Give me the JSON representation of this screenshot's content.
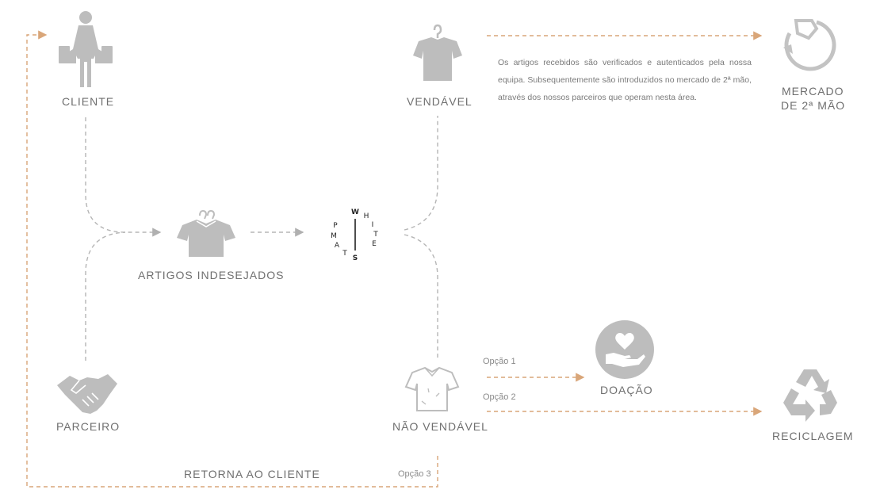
{
  "nodes": {
    "cliente": "CLIENTE",
    "vendavel": "VENDÁVEL",
    "mercado_line1": "MERCADO",
    "mercado_line2": "DE 2ª MÃO",
    "artigos": "ARTIGOS INDESEJADOS",
    "parceiro": "PARCEIRO",
    "nao_vendavel": "NÃO VENDÁVEL",
    "doacao": "DOAÇÃO",
    "reciclagem": "RECICLAGEM",
    "retorna": "RETORNA AO CLIENTE"
  },
  "options": {
    "opcao1": "Opção 1",
    "opcao2": "Opção 2",
    "opcao3": "Opção 3"
  },
  "description": "Os artigos recebidos são verificados e autenticados pela nossa equipa. Subsequentemente são introduzidos no mercado de 2ª mão, através dos nossos parceiros que operam nesta área.",
  "logo": {
    "letters": "WHITE STAMP"
  },
  "colors": {
    "accent": "#d9a679",
    "gray_line": "#b5b5b5",
    "icon_gray": "#bdbdbd",
    "text": "#6f6f6f"
  },
  "icons": [
    "woman-shopping-icon",
    "tshirt-hanger-icon",
    "recycle-arrow-icon",
    "clothes-pile-icon",
    "white-stamp-logo",
    "handshake-icon",
    "worn-tshirt-icon",
    "heart-hand-icon",
    "recycle-icon"
  ]
}
